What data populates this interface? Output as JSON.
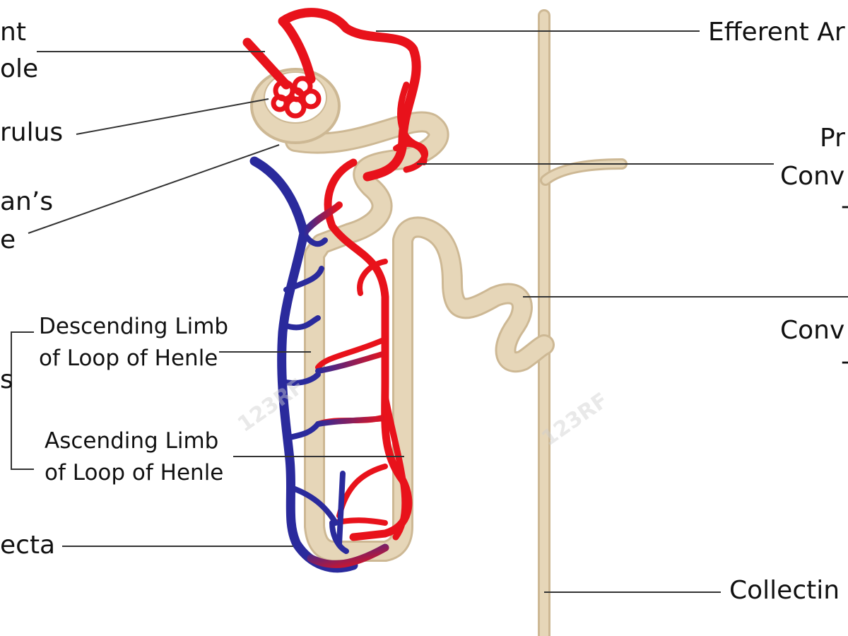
{
  "labels": {
    "afferent_l1": "nt",
    "afferent_l2": "ole",
    "glomerulus": "rulus",
    "bowman_l1": "an’s",
    "bowman_l2": "e",
    "efferent": "Efferent Ar",
    "proximal_l1": "Pr",
    "proximal_l2": "Conv",
    "proximal_l3": "-",
    "distal_l1": "Conv",
    "distal_l2": "-",
    "loop_bracket": "s",
    "descending_l1": "Descending Limb",
    "descending_l2": "of Loop of Henle",
    "ascending_l1": "Ascending Limb",
    "ascending_l2": "of Loop of Henle",
    "vasa_recta": "ecta",
    "collecting": "Collectin"
  },
  "watermark": "123RF",
  "colors": {
    "tubule": "#e6d6b8",
    "tubule_edge": "#cdb894",
    "artery": "#e8121b",
    "vein": "#2a2a9c",
    "leader": "#333333"
  }
}
